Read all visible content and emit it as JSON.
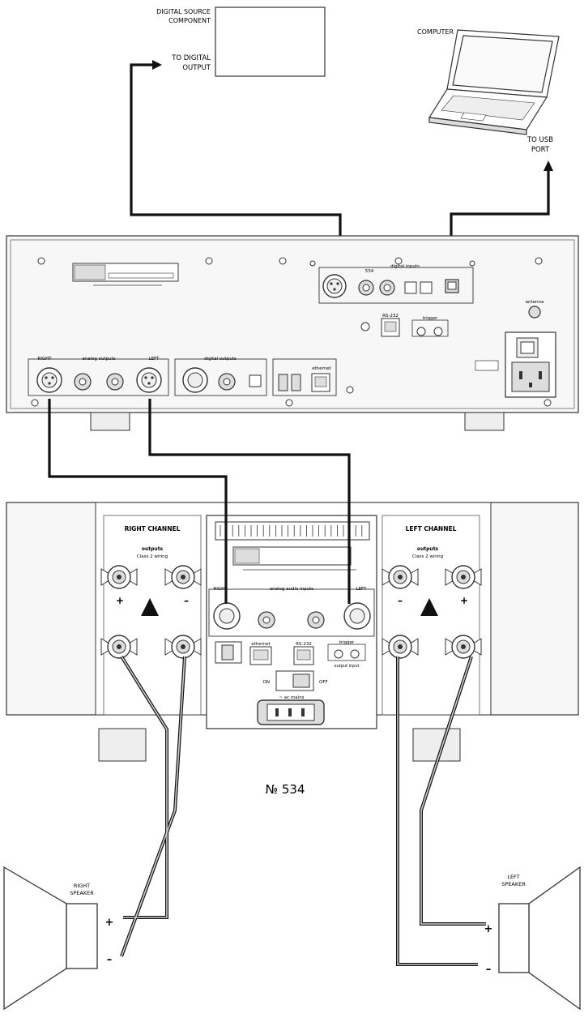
{
  "labels": {
    "digital_source": [
      "DIGITAL SOURCE",
      "COMPONENT"
    ],
    "to_digital_output": [
      "TO DIGITAL",
      "OUTPUT"
    ],
    "computer": "COMPUTER",
    "to_usb_port": [
      "TO USB",
      "PORT"
    ],
    "right_channel": "RIGHT CHANNEL",
    "left_channel": "LEFT CHANNEL",
    "right_speaker": [
      "RIGHT",
      "SPEAKER"
    ],
    "left_speaker": [
      "LEFT",
      "SPEAKER"
    ],
    "model": "№ 534",
    "plus": "+",
    "minus": "–"
  },
  "dac_panel": {
    "digital_inputs": "digital inputs",
    "analog_outputs": "analog outputs",
    "digital_outputs": "digital outputs",
    "ethernet": "ethernet",
    "rs232": "RS-232",
    "trigger": "trigger",
    "antenna": "antenna",
    "port_534": "534",
    "left": "LEFT",
    "right": "RIGHT"
  },
  "amp_panel": {
    "outputs": "outputs",
    "class_wiring": "Class 2 wiring",
    "analog_audio_inputs": "analog audio inputs",
    "ethernet": "ethernet",
    "rs232": "RS-232",
    "trigger": "trigger",
    "output_input": "output  input",
    "on": "ON",
    "off": "OFF",
    "ac_mains": "~ ac mains",
    "right": "RIGHT",
    "left": "LEFT"
  },
  "colors": {
    "line": "#111111",
    "panel_fill": "#f7f7f7",
    "cable_light": "#cfcfcf",
    "stroke": "#333333"
  }
}
